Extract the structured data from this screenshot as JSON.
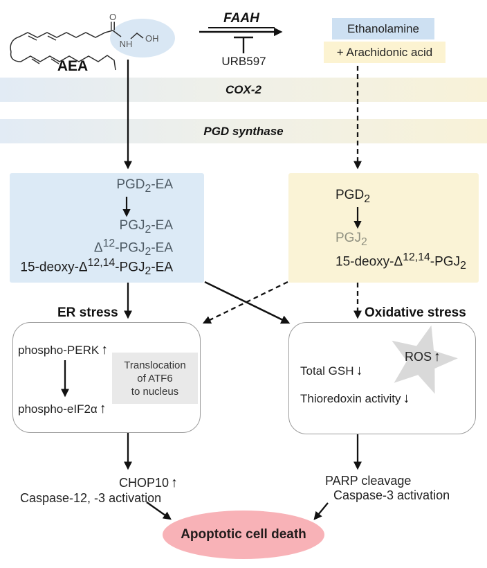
{
  "molecule": {
    "name": "AEA",
    "atoms": {
      "o": "O",
      "nh": "NH",
      "oh": "OH"
    }
  },
  "faah_reaction": {
    "enzyme": "FAAH",
    "inhibitor": "URB597"
  },
  "products": {
    "ethanolamine": "Ethanolamine",
    "arachidonic_acid": "+ Arachidonic acid"
  },
  "enzyme_bands": {
    "cox2": "COX-2",
    "pgd_synthase": "PGD synthase"
  },
  "ea_pathway": {
    "pgd2_ea": "PGD<sub>2</sub>-EA",
    "pgj2_ea": "PGJ<sub>2</sub>-EA",
    "d12_pgj2_ea": "Δ<sup>12</sup>-PGJ<sub>2</sub>-EA",
    "deoxy_pgj2_ea": "15-deoxy-Δ<sup>12,14</sup>-PGJ<sub>2</sub>-EA"
  },
  "pg_pathway": {
    "pgd2": "PGD<sub>2</sub>",
    "pgj2": "PGJ<sub>2</sub>",
    "deoxy_pgj2": "15-deoxy-Δ<sup>12,14</sup>-PGJ<sub>2</sub>"
  },
  "er_stress": {
    "title": "ER stress",
    "perk": {
      "label": "phospho-PERK",
      "arrow": "↑"
    },
    "eif2a": {
      "label": "phospho-eIF2α",
      "arrow": "↑"
    },
    "atf6_lines": [
      "Translocation",
      "of ATF6",
      "to nucleus"
    ]
  },
  "oxidative_stress": {
    "title": "Oxidative stress",
    "ros": {
      "label": "ROS",
      "arrow": "↑"
    },
    "total_gsh": {
      "label": "Total GSH",
      "arrow": "↓"
    },
    "thioredoxin": {
      "label": "Thioredoxin activity",
      "arrow": "↓"
    }
  },
  "outcomes": {
    "left": {
      "chop": {
        "label": "CHOP10",
        "arrow": "↑"
      },
      "caspase": "Caspase-12, -3 activation"
    },
    "right": {
      "parp": "PARP cleavage",
      "caspase": "Caspase-3 activation"
    }
  },
  "terminal": {
    "label": "Apoptotic cell death"
  },
  "colors": {
    "highlight_blue": "#d9e7f4",
    "pathway_blue": "#dceaf6",
    "pathway_yellow": "#faf3d6",
    "ethanolamine_blue": "#cde0f2",
    "arachidonic_yellow": "#fcf3d1",
    "band_blue": "#e2ebf5",
    "band_yellow": "#f8f2d8",
    "gray_note": "#e9e9e9",
    "star_gray": "#d9d9d9",
    "apoptosis_pink": "#f8b2b7",
    "muted_compound_text": "#4d5a64",
    "pgj2_text": "#8f9080"
  }
}
